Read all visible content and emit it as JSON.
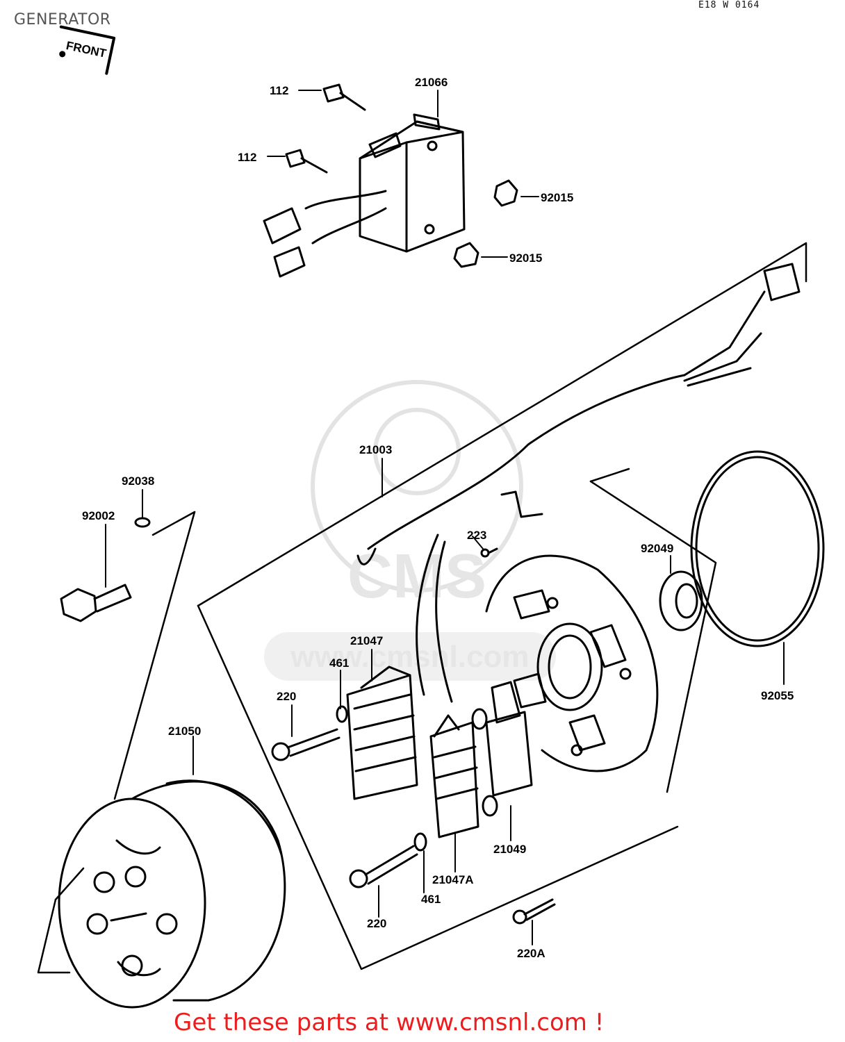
{
  "page_title": "GENERATOR",
  "doc_code": "E18 W 0164",
  "front_tag": "FRONT",
  "watermark_text": "www.cmsnl.com",
  "watermark_logo": "CMS",
  "footer_text": "Get these parts at www.cmsnl.com !",
  "callouts": {
    "c112a": "112",
    "c112b": "112",
    "c21066": "21066",
    "c92015a": "92015",
    "c92015b": "92015",
    "c21003": "21003",
    "c92038": "92038",
    "c92002": "92002",
    "c223": "223",
    "c92049": "92049",
    "c21047": "21047",
    "c461a": "461",
    "c220a": "220",
    "c21050": "21050",
    "c92055": "92055",
    "c21049": "21049",
    "c21047A": "21047A",
    "c461b": "461",
    "c220b": "220",
    "c220A": "220A"
  },
  "colors": {
    "line": "#000000",
    "footer": "#ee1c1c",
    "watermark": "#e6e6e6"
  }
}
